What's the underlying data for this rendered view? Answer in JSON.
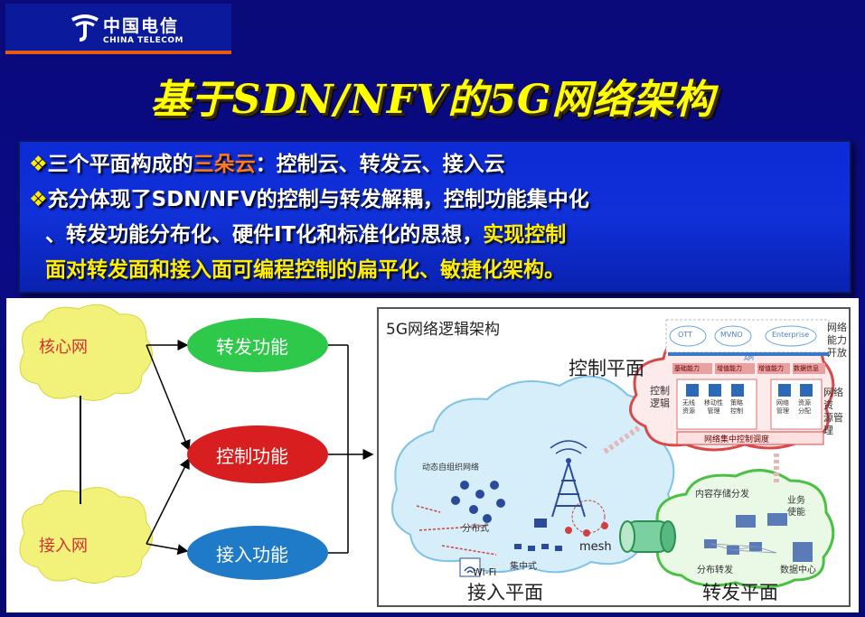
{
  "logo": {
    "name_cn": "中国电信",
    "name_en": "CHINA TELECOM"
  },
  "title": "基于SDN/NFV的5G网络架构",
  "bullets": {
    "b1_prefix": "三个平面构成的",
    "b1_highlight": "三朵云",
    "b1_suffix": "：控制云、转发云、接入云",
    "b2_line1": "充分体现了SDN/NFV的控制与转发解耦，控制功能集中化",
    "b2_line2_prefix": "、转发功能分布化、硬件IT化和标准化的思想，",
    "b2_line2_highlight": "实现控制",
    "b2_line3": "面对转发面和接入面可编程控制的扁平化、敏捷化架构。",
    "diamond": "❖"
  },
  "left_diagram": {
    "core_net": "核心网",
    "access_net": "接入网",
    "forward_func": "转发功能",
    "control_func": "控制功能",
    "access_func": "接入功能"
  },
  "right_diagram": {
    "title": "5G网络逻辑架构",
    "control_plane": "控制平面",
    "access_plane": "接入平面",
    "forward_plane": "转发平面",
    "network_capability_open": [
      "网络",
      "能力",
      "开放"
    ],
    "ott": "OTT",
    "mvno": "MVNO",
    "enterprise": "Enterprise",
    "api": "API",
    "cap_boxes": [
      "基础能力",
      "增值能力",
      "增值能力",
      "数据信息"
    ],
    "control_logic": [
      "控制",
      "逻辑"
    ],
    "ctrl_items": [
      [
        "无线",
        "资源"
      ],
      [
        "移动性",
        "管理"
      ],
      [
        "策略",
        "控制"
      ]
    ],
    "ctrl_items2": [
      [
        "网络",
        "管理"
      ],
      [
        "资源",
        "分配"
      ]
    ],
    "network_res_mgmt": [
      "网络资",
      "源管理"
    ],
    "central_ctrl": "网络集中控制调度",
    "dynamic_ad_hoc": "动态自组织网络",
    "distributed": "分布式",
    "centralized": "集中式",
    "mesh": "mesh",
    "wifi": "Wi-Fi",
    "content_storage": "内容存储分发",
    "service_enable": [
      "业务",
      "使能"
    ],
    "distributed_forward": "分布转发",
    "data_center": "数据中心"
  },
  "colors": {
    "title": "#ffff00",
    "highlight_orange": "#ff7a1a",
    "highlight_yellow": "#ffee00",
    "cloud_yellow": "#f2f27a",
    "func_green": "#2ec84a",
    "func_red": "#d81e1e",
    "func_blue": "#1f7ac8"
  }
}
